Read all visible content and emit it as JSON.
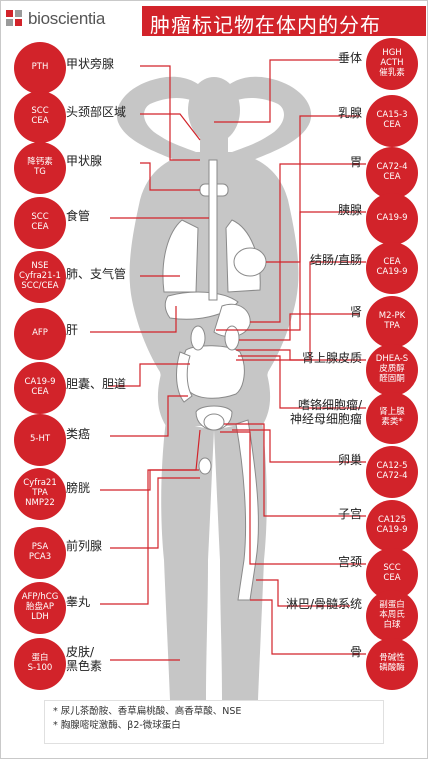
{
  "brand": {
    "logo_text": "bioscientia",
    "logo_colors": [
      "#d2232a",
      "#9a9a9a",
      "#9a9a9a",
      "#d2232a"
    ]
  },
  "title": "肿瘤标记物在体内的分布",
  "colors": {
    "accent": "#d2232a",
    "body": "#c6c6c6",
    "organ_fill": "#ffffff",
    "line": "#d2232a"
  },
  "left": [
    {
      "marker": "PTH",
      "organ": "甲状旁腺"
    },
    {
      "marker": "SCC\nCEA",
      "organ": "头颈部区域"
    },
    {
      "marker": "降钙素\nTG",
      "organ": "甲状腺"
    },
    {
      "marker": "SCC\nCEA",
      "organ": "食管"
    },
    {
      "marker": "NSE\nCyfra21-1\nSCC/CEA",
      "organ": "肺、支气管"
    },
    {
      "marker": "AFP",
      "organ": "肝"
    },
    {
      "marker": "CA19-9\nCEA",
      "organ": "胆囊、胆道"
    },
    {
      "marker": "5-HT",
      "organ": "类癌"
    },
    {
      "marker": "Cyfra21\nTPA\nNMP22",
      "organ": "膀胱"
    },
    {
      "marker": "PSA\nPCA3",
      "organ": "前列腺"
    },
    {
      "marker": "AFP/hCG\n胎盘AP\nLDH",
      "organ": "睾丸"
    },
    {
      "marker": "蛋白\nS-100",
      "organ": "皮肤/\n黑色素"
    }
  ],
  "right": [
    {
      "marker": "HGH\nACTH\n催乳素",
      "organ": "垂体"
    },
    {
      "marker": "CA15-3\nCEA",
      "organ": "乳腺"
    },
    {
      "marker": "CA72-4\nCEA",
      "organ": "胃"
    },
    {
      "marker": "CA19-9",
      "organ": "胰腺"
    },
    {
      "marker": "CEA\nCA19-9",
      "organ": "结肠/直肠"
    },
    {
      "marker": "M2-PK\nTPA",
      "organ": "肾"
    },
    {
      "marker": "DHEA-S\n皮质醇\n醛固酮",
      "organ": "肾上腺皮质"
    },
    {
      "marker": "肾上腺\n素类*",
      "organ": "嗜铬细胞瘤/\n神经母细胞瘤"
    },
    {
      "marker": "CA12-5\nCA72-4",
      "organ": "卵巢"
    },
    {
      "marker": "CA125\nCA19-9",
      "organ": "子宫"
    },
    {
      "marker": "SCC\nCEA",
      "organ": "宫颈"
    },
    {
      "marker": "副蛋白\n本周氏\n白球",
      "organ": "淋巴/骨髓系统"
    },
    {
      "marker": "骨碱性\n磷酸酶",
      "organ": "骨"
    }
  ],
  "footnote": [
    "* 尿儿茶酚胺、香草扁桃酸、高香草酸、NSE",
    "* 胸腺嘧啶激酶、β2-微球蛋白"
  ]
}
